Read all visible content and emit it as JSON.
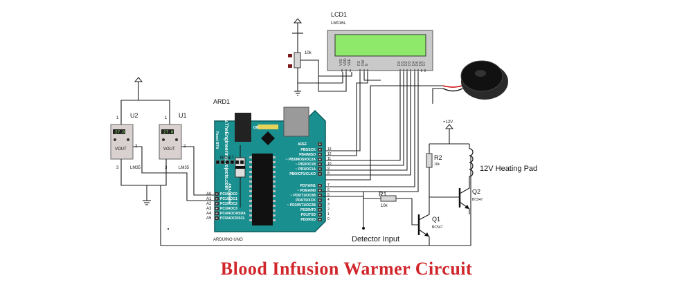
{
  "title": "Blood Infusion Warmer Circuit",
  "lcd": {
    "ref": "LCD1",
    "part": "LM016L",
    "pot": "10k",
    "pins": [
      "VSS",
      "VDD",
      "VEE",
      "RS",
      "RW",
      "E",
      "D0",
      "D1",
      "D2",
      "D3",
      "D4",
      "D5",
      "D6",
      "D7"
    ]
  },
  "sensors": [
    {
      "ref": "U2",
      "part": "LM35",
      "reading": "27.0",
      "out": "VOUT",
      "p1": "1",
      "p2": "2",
      "p3": "3"
    },
    {
      "ref": "U1",
      "part": "LM35",
      "reading": "27.0",
      "out": "VOUT",
      "p1": "1",
      "p2": "2",
      "p3": "3"
    }
  ],
  "arduino": {
    "ref": "ARD1",
    "board": "ARDUINO UNO",
    "reset_label": "RESET",
    "reset_btn": "Reset BTN",
    "side_text": "www.TheEngineeringProjects.com",
    "analog_text": "ANALOG IN",
    "on": "ON",
    "aref": "AREF",
    "analog_pins": [
      "PC0/ADC0",
      "PC1/ADC1",
      "PC2/ADC2",
      "PC3/ADC3",
      "PC4/ADC4/SDA",
      "PC5/ADC5/SCL"
    ],
    "analog_nums": [
      "A0",
      "A1",
      "A2",
      "A3",
      "A4",
      "A5"
    ],
    "digital_top": [
      "PB5/SCK",
      "PB4/MISO",
      "~ PB3/MOSI/OC2A",
      "~ PB2/OC1B",
      "~ PB1/OC1A",
      "PB0/ICP1/CLKO"
    ],
    "digital_top_nums": [
      "13",
      "12",
      "11",
      "10",
      "9",
      "8"
    ],
    "digital_bot": [
      "PD7/AIN1",
      "~ PD6/AIN0",
      "~ PD5/T1/OC0B",
      "PD4/T0/XCK",
      "~ PD3/INT1/OC2B",
      "PD2/INT0",
      "PD1/TXD",
      "PD0/RXD"
    ],
    "digital_bot_nums": [
      "7",
      "6",
      "5",
      "4",
      "3",
      "2",
      "1",
      "0"
    ]
  },
  "r1": {
    "ref": "R1",
    "value": "10k"
  },
  "r2": {
    "ref": "R2",
    "value": "10k"
  },
  "q1": {
    "ref": "Q1",
    "part": "BC547"
  },
  "q2": {
    "ref": "Q2",
    "part": "BC547"
  },
  "supply": "+12V",
  "heating_pad": "12V Heating Pad",
  "detector": "Detector Input"
}
